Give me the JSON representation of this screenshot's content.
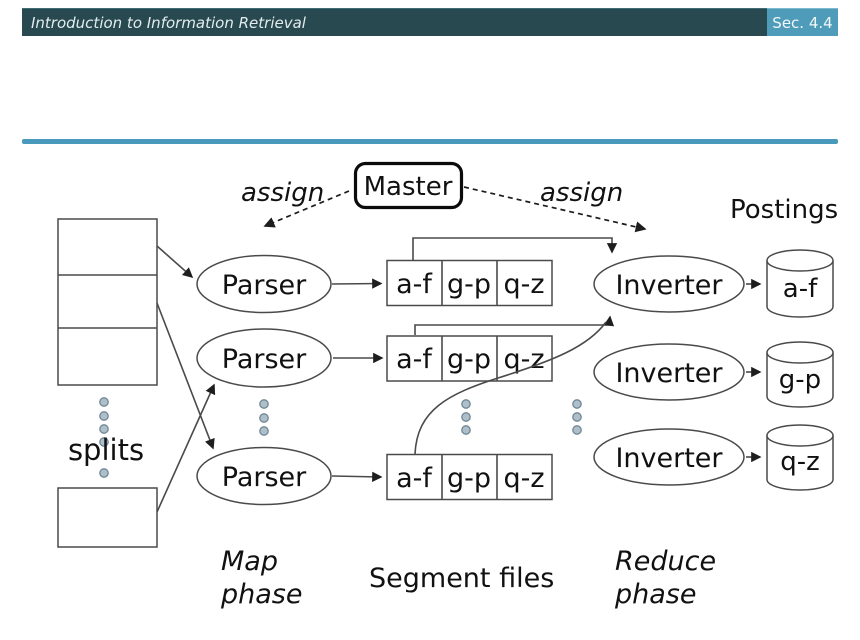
{
  "header": {
    "title": "Introduction to Information Retrieval",
    "section": "Sec. 4.4"
  },
  "colors": {
    "header_bg": "#27494f",
    "header_text": "#e3ecee",
    "section_bg": "#4f9cba",
    "divider": "#4999bd",
    "line": "#4a4a4a",
    "text": "#111111",
    "dot_fill": "#aebfca",
    "dot_stroke": "#708695"
  },
  "diagram": {
    "master": "Master",
    "assign_left": "assign",
    "assign_right": "assign",
    "splits": "splits",
    "postings_title": "Postings",
    "parsers": [
      "Parser",
      "Parser",
      "Parser"
    ],
    "inverters": [
      "Inverter",
      "Inverter",
      "Inverter"
    ],
    "segment_rows": [
      [
        "a-f",
        "g-p",
        "q-z"
      ],
      [
        "a-f",
        "g-p",
        "q-z"
      ],
      [
        "a-f",
        "g-p",
        "q-z"
      ]
    ],
    "postings_files": [
      "a-f",
      "g-p",
      "q-z"
    ],
    "captions": {
      "map_line1": "Map",
      "map_line2": "phase",
      "segment_files": "Segment files",
      "reduce_line1": "Reduce",
      "reduce_line2": "phase"
    }
  }
}
